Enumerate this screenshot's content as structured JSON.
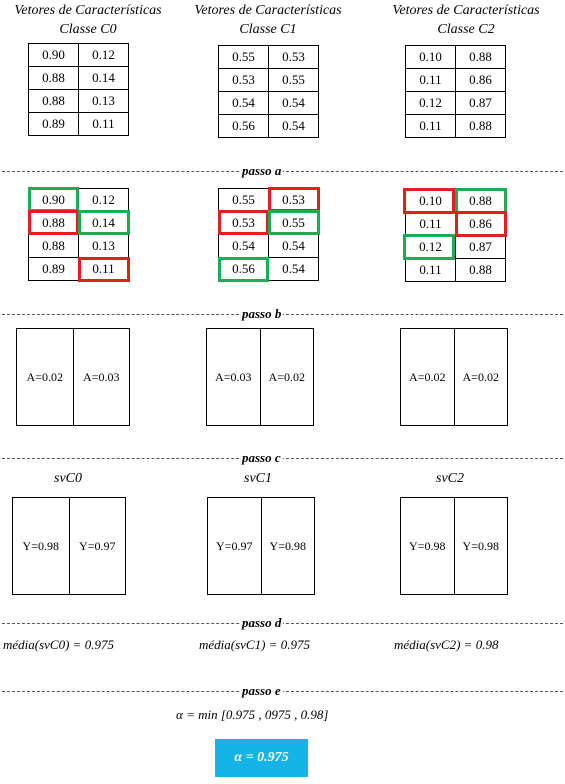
{
  "titles": [
    {
      "line1": "Vetores de Características",
      "line2": "Classe C0"
    },
    {
      "line1": "Vetores de Características",
      "line2": "Classe C1"
    },
    {
      "line1": "Vetores de Características",
      "line2": "Classe C2"
    }
  ],
  "vectors": [
    [
      [
        "0.90",
        "0.12"
      ],
      [
        "0.88",
        "0.14"
      ],
      [
        "0.88",
        "0.13"
      ],
      [
        "0.89",
        "0.11"
      ]
    ],
    [
      [
        "0.55",
        "0.53"
      ],
      [
        "0.53",
        "0.55"
      ],
      [
        "0.54",
        "0.54"
      ],
      [
        "0.56",
        "0.54"
      ]
    ],
    [
      [
        "0.10",
        "0.88"
      ],
      [
        "0.11",
        "0.86"
      ],
      [
        "0.12",
        "0.87"
      ],
      [
        "0.11",
        "0.88"
      ]
    ]
  ],
  "steps": {
    "a": "passo a",
    "b": "passo b",
    "c": "passo c",
    "d": "passo d",
    "e": "passo e"
  },
  "highlight_colors": {
    "green": "#1faa55",
    "red": "#e01f1f"
  },
  "step_b": [
    [
      "A=0.02",
      "A=0.03"
    ],
    [
      "A=0.03",
      "A=0.02"
    ],
    [
      "A=0.02",
      "A=0.02"
    ]
  ],
  "sv_labels": [
    "svC0",
    "svC1",
    "svC2"
  ],
  "step_c": [
    [
      "Y=0.98",
      "Y=0.97"
    ],
    [
      "Y=0.97",
      "Y=0.98"
    ],
    [
      "Y=0.98",
      "Y=0.98"
    ]
  ],
  "means": [
    "média(svC0) = 0.975",
    "média(svC1) = 0.975",
    "média(svC2) = 0.98"
  ],
  "formula": "α = min [0.975 , 0975 , 0.98]",
  "result": "α = 0.975",
  "result_color": "#16b3e6"
}
